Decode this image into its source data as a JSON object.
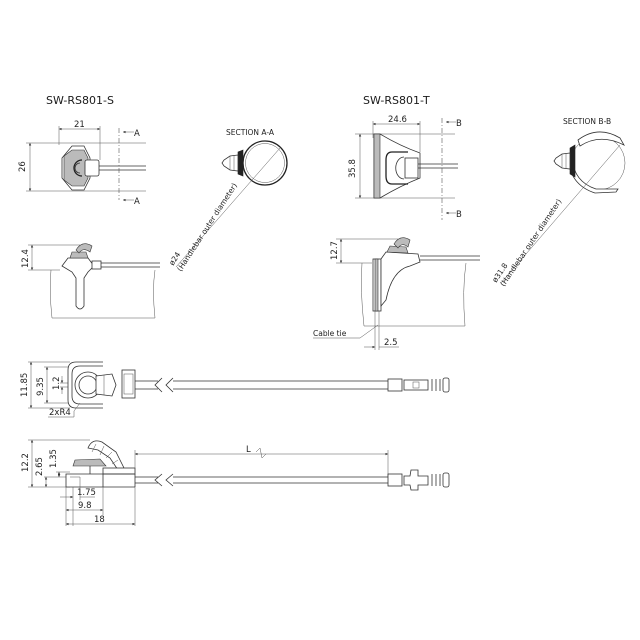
{
  "models": {
    "s": {
      "title": "SW-RS801-S",
      "section_label": "SECTION A-A",
      "section_marker": "A",
      "dim_width": "21",
      "dim_height": "26",
      "dim_side_height": "12.4",
      "diameter": "ø24",
      "diameter_note": "(Handlebar outer diameter)"
    },
    "t": {
      "title": "SW-RS801-T",
      "section_label": "SECTION B-B",
      "section_marker": "B",
      "dim_width": "24.6",
      "dim_height": "35.8",
      "dim_side_height": "12.7",
      "diameter": "ø31.8",
      "diameter_note": "(Handlebar outer diameter)",
      "cable_tie_label": "Cable tie",
      "dim_cable_tie": "2.5"
    }
  },
  "cable_top_view": {
    "dim_overall_height": "11.85",
    "dim_inner_height": "9.35",
    "dim_small": "1.2",
    "radius_label": "2xR4"
  },
  "cable_side_view": {
    "dim_height": "12.2",
    "dim_step1": "2.65",
    "dim_step2": "1.35",
    "dim_offset": "1.75",
    "dim_base": "9.8",
    "dim_length": "18",
    "cable_length_label": "L"
  }
}
